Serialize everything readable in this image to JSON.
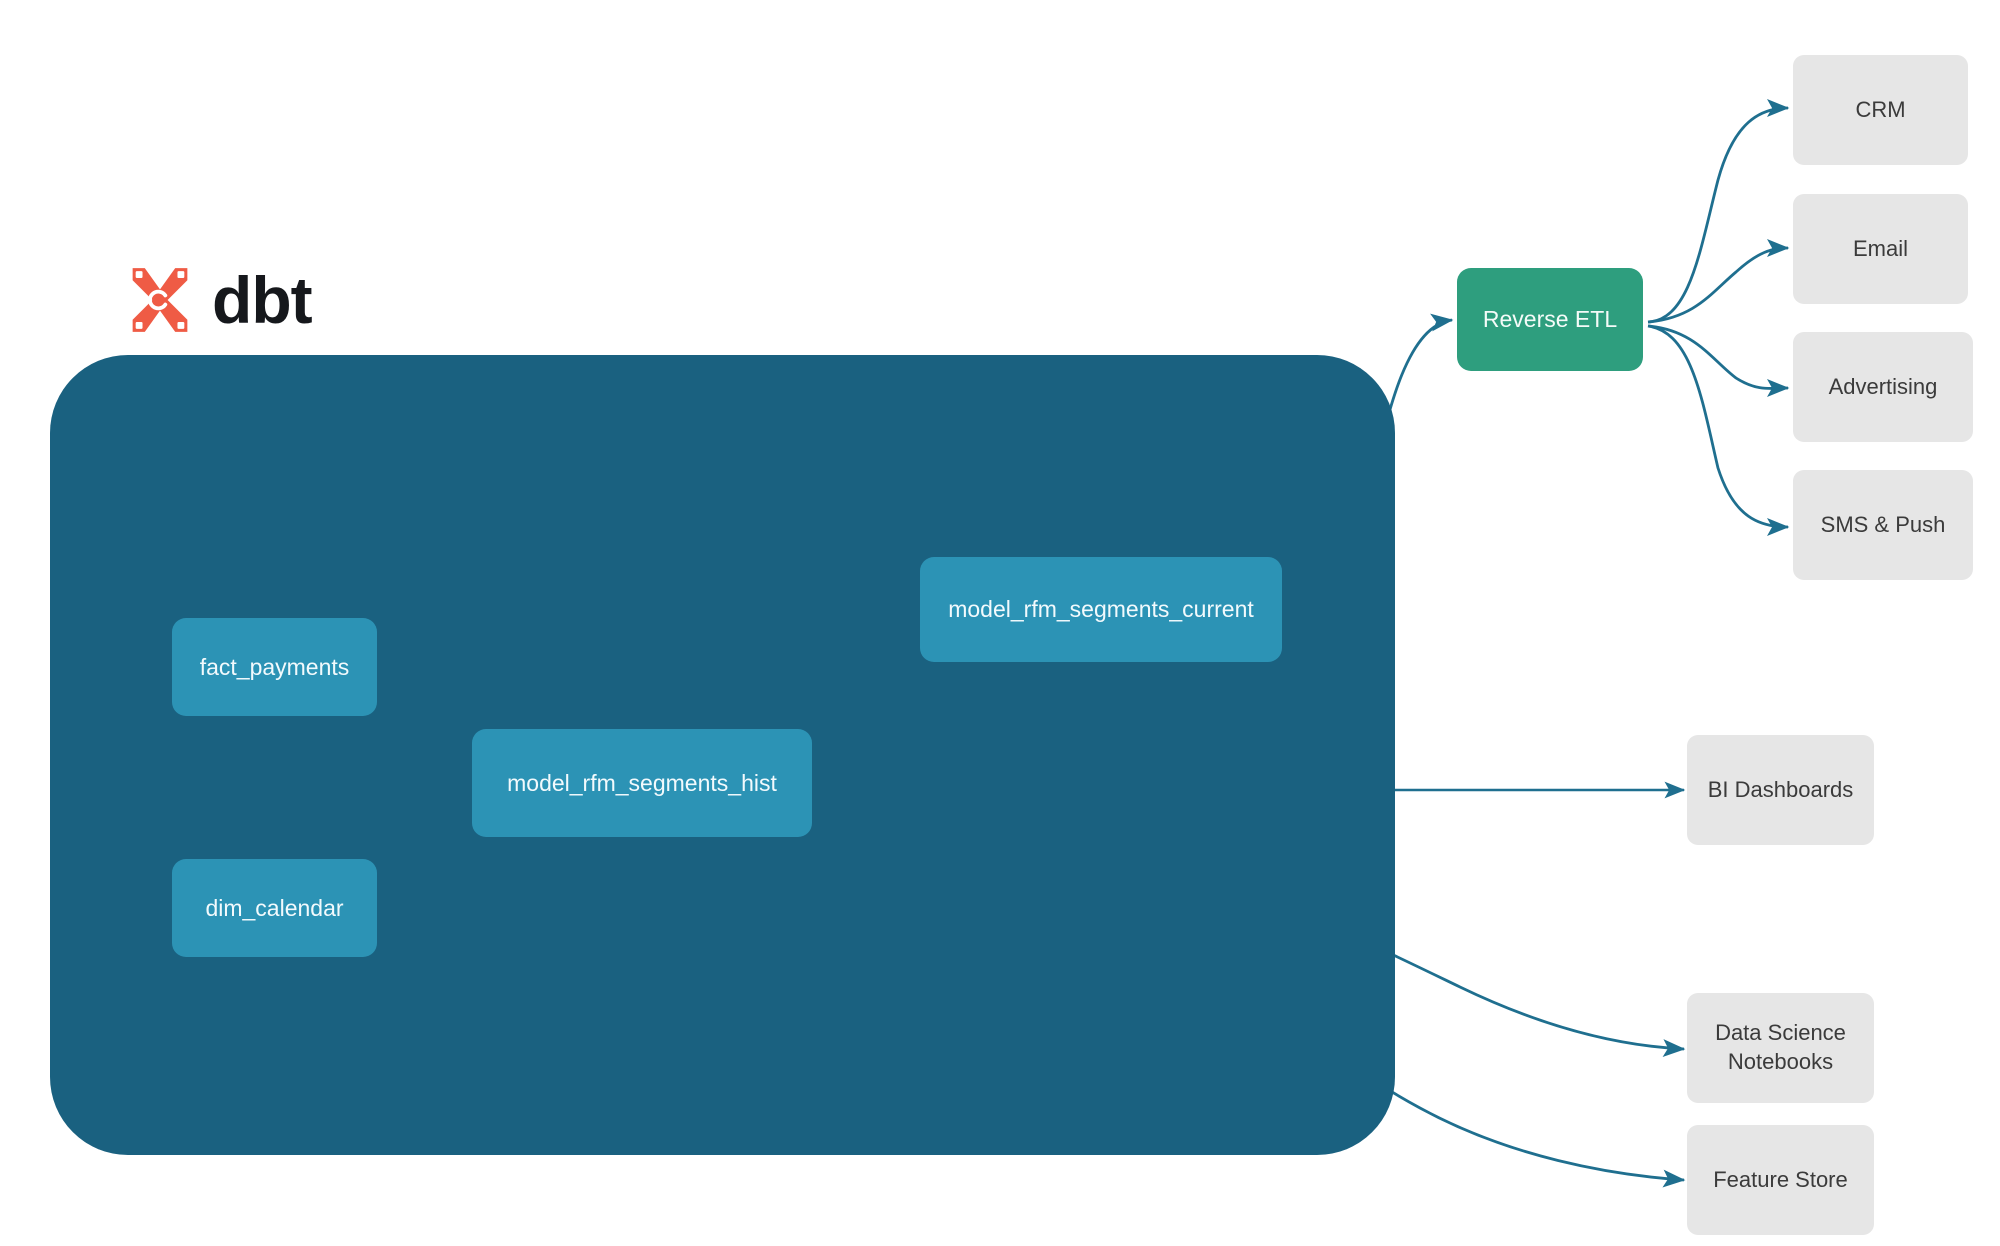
{
  "logo": {
    "mark_name": "dbt-logo-mark",
    "wordmark": "dbt",
    "mark_color": "#ef5b45",
    "wordmark_color": "#16181c"
  },
  "container": {
    "name": "dbt-project-container",
    "color": "#1a6180"
  },
  "models": {
    "fact_payments": "fact_payments",
    "dim_calendar": "dim_calendar",
    "rfm_segments_hist": "model_rfm_segments_hist",
    "rfm_segments_current": "model_rfm_segments_current",
    "color": "#2c93b5",
    "text_color": "#f2fafd"
  },
  "reverse_etl": {
    "label": "Reverse ETL",
    "color": "#2e9e7e",
    "text_color": "#f4fbf8"
  },
  "destinations": {
    "crm": "CRM",
    "email": "Email",
    "advertising": "Advertising",
    "sms_push": "SMS & Push",
    "bi_dashboards": "BI Dashboards",
    "ds_notebooks_line1": "Data Science",
    "ds_notebooks_line2": "Notebooks",
    "feature_store": "Feature Store",
    "color": "#e6e6e6",
    "text_color": "#3b3b3b"
  },
  "edges": {
    "arrow_color_outer": "#1f6f8f",
    "arrow_color_inner": "#3f9cbd",
    "list": [
      {
        "from": "fact_payments",
        "to": "model_rfm_segments_hist"
      },
      {
        "from": "dim_calendar",
        "to": "model_rfm_segments_hist"
      },
      {
        "from": "model_rfm_segments_hist",
        "to": "model_rfm_segments_current"
      },
      {
        "from": "model_rfm_segments_current",
        "to": "Reverse ETL"
      },
      {
        "from": "Reverse ETL",
        "to": "CRM"
      },
      {
        "from": "Reverse ETL",
        "to": "Email"
      },
      {
        "from": "Reverse ETL",
        "to": "Advertising"
      },
      {
        "from": "Reverse ETL",
        "to": "SMS & Push"
      },
      {
        "from": "model_rfm_segments_hist",
        "to": "BI Dashboards"
      },
      {
        "from": "model_rfm_segments_hist",
        "to": "Data Science Notebooks"
      },
      {
        "from": "model_rfm_segments_hist",
        "to": "Feature Store"
      }
    ]
  }
}
